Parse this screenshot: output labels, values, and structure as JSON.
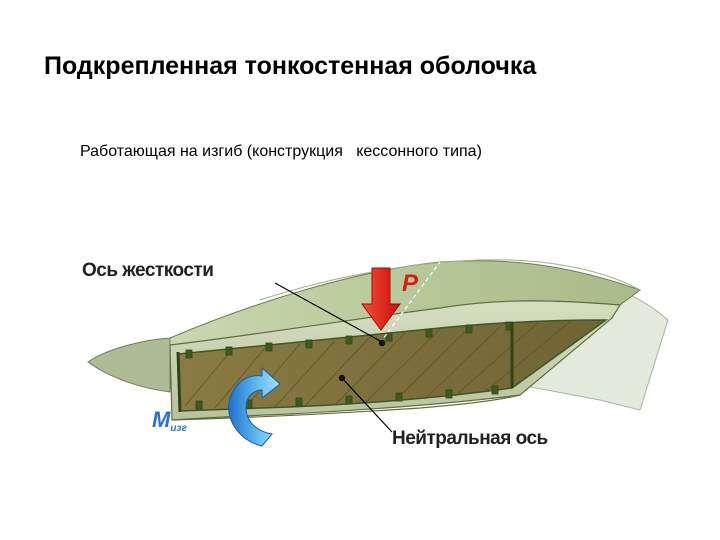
{
  "slide": {
    "title": "Подкрепленная тонкостенная оболочка",
    "subtitle": "Работающая на изгиб (конструкция   кессонного типа)"
  },
  "diagram": {
    "label_stiffness_axis": "Ось жесткости",
    "label_force": "P",
    "label_moment_main": "M",
    "label_moment_sub": "изг",
    "label_neutral_axis": "Нейтральная ось"
  },
  "colors": {
    "skin_top": "#b9cc9f",
    "skin_light": "#e2ebd5",
    "skin_side": "#8fa06b",
    "cavity": "#7c6f3d",
    "frame": "#4f6a2e",
    "force_arrow": "#e8231b",
    "moment_arrow": "#3a9be0",
    "moment_text": "#2b6fd0"
  }
}
